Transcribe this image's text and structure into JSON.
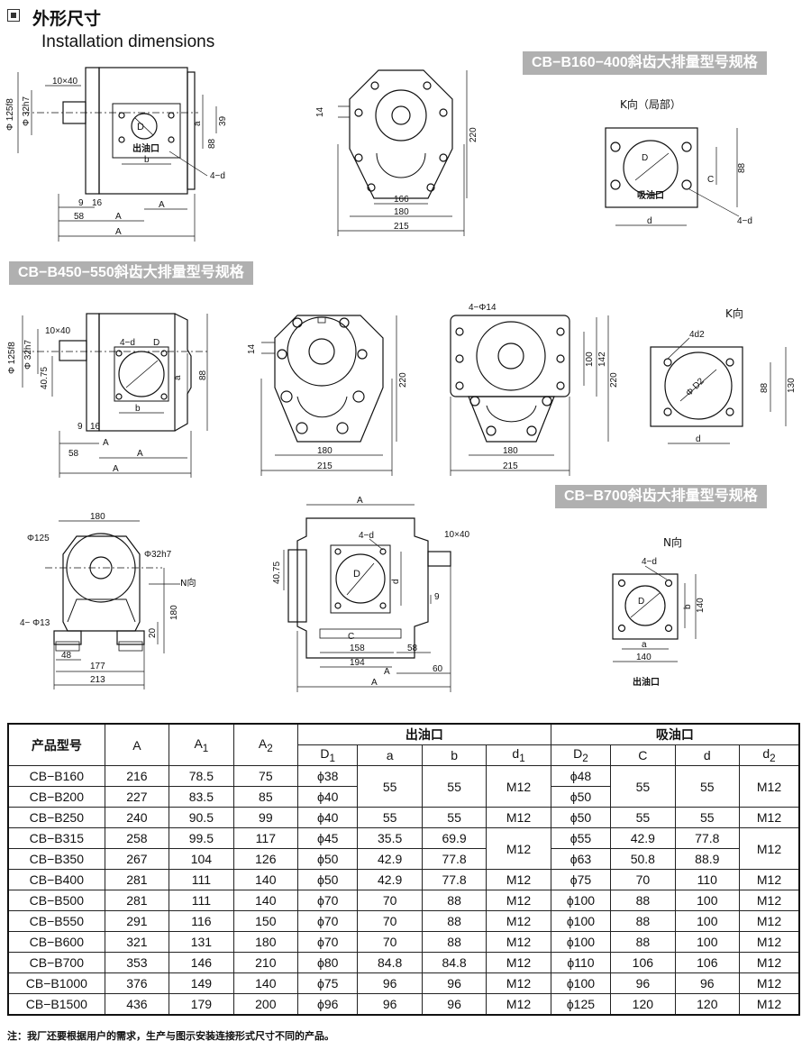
{
  "header": {
    "title_zh": "外形尺寸",
    "title_en": "Installation dimensions"
  },
  "banners": {
    "b160_400": "CB−B160−400斜齿大排量型号规格",
    "b450_550": "CB−B450−550斜齿大排量型号规格",
    "b700": "CB−B700斜齿大排量型号规格"
  },
  "drawings": {
    "d1_side": {
      "phi125f8": "Φ 125f8",
      "phi32h7": "Φ 32h7",
      "key": "10×40",
      "d": "D",
      "outlet": "出油口",
      "b": "b",
      "a": "a",
      "dim39": "39",
      "dim88": "88",
      "hole": "4−d",
      "dim9": "9",
      "dim16": "16",
      "dim58": "58",
      "A1": "A",
      "A2": "A",
      "A": "A"
    },
    "d1_front": {
      "dim14": "14",
      "dim220": "220",
      "dim166": "166",
      "dim180": "180",
      "dim215": "215"
    },
    "d1_k": {
      "title": "K向（局部）",
      "d2": "D",
      "inlet": "吸油口",
      "c": "C",
      "dim88": "88",
      "d": "d",
      "hole": "4−d"
    },
    "d2_side": {
      "phi125f8": "Φ 125f8",
      "phi32h7": "Φ 32h7",
      "key": "10×40",
      "hole": "4−d",
      "d1": "D",
      "dim4075": "40.75",
      "a": "a",
      "dim88": "88",
      "b": "b",
      "dim9": "9",
      "dim16": "16",
      "dim58": "58",
      "A1": "A",
      "A2": "A",
      "A": "A"
    },
    "d2_front": {
      "dim14": "14",
      "dim220": "220",
      "dim180": "180",
      "dim215": "215"
    },
    "d2_rear": {
      "hole": "4−Φ14",
      "dim100": "100",
      "dim142": "142",
      "dim220": "220",
      "dim180": "180",
      "dim215": "215"
    },
    "d2_k": {
      "title": "K向",
      "hole": "4d2",
      "d2": "Φ D2",
      "dim88": "88",
      "dim130": "130",
      "d": "d"
    },
    "d3_front": {
      "dim180": "180",
      "phi125": "Φ125",
      "phi32h7": "Φ32h7",
      "n": "N向",
      "dim180v": "180",
      "dim20": "20",
      "hole": "4− Φ13",
      "dim48": "48",
      "dim177": "177",
      "dim213": "213"
    },
    "d3_side": {
      "A2": "A",
      "hole": "4−d",
      "d2": "D",
      "d": "d",
      "key": "10×40",
      "dim4075": "40.75",
      "dim9": "9",
      "c": "C",
      "dim158": "158",
      "dim58": "58",
      "dim194": "194",
      "A1": "A",
      "dim60": "60",
      "A": "A"
    },
    "d3_n": {
      "title": "N向",
      "hole": "4−d",
      "d1": "D",
      "b": "b",
      "dim140v": "140",
      "a": "a",
      "dim140": "140",
      "outlet": "出油口"
    }
  },
  "table": {
    "headers": {
      "model": "产品型号",
      "A": "A",
      "A1": "A",
      "A2": "A",
      "outlet": "出油口",
      "inlet": "吸油口",
      "D1": "D",
      "a": "a",
      "b": "b",
      "d1": "d",
      "D2": "D",
      "C": "C",
      "d": "d",
      "d2": "d"
    },
    "rows": [
      {
        "model": "CB−B160",
        "A": "216",
        "A1": "78.5",
        "A2": "75",
        "D1": "ϕ38",
        "a": "55",
        "b": "55",
        "d1": "M12",
        "D2": "ϕ48",
        "C": "55",
        "d": "55",
        "d2": "M12"
      },
      {
        "model": "CB−B200",
        "A": "227",
        "A1": "83.5",
        "A2": "85",
        "D1": "ϕ40",
        "D2": "ϕ50"
      },
      {
        "model": "CB−B250",
        "A": "240",
        "A1": "90.5",
        "A2": "99",
        "D1": "ϕ40",
        "a": "55",
        "b": "55",
        "d1": "M12",
        "D2": "ϕ50",
        "C": "55",
        "d": "55",
        "d2": "M12"
      },
      {
        "model": "CB−B315",
        "A": "258",
        "A1": "99.5",
        "A2": "117",
        "D1": "ϕ45",
        "a": "35.5",
        "b": "69.9",
        "d1": "M12",
        "D2": "ϕ55",
        "C": "42.9",
        "d": "77.8",
        "d2": "M12"
      },
      {
        "model": "CB−B350",
        "A": "267",
        "A1": "104",
        "A2": "126",
        "D1": "ϕ50",
        "a": "42.9",
        "b": "77.8",
        "D2": "ϕ63",
        "C": "50.8",
        "d": "88.9"
      },
      {
        "model": "CB−B400",
        "A": "281",
        "A1": "111",
        "A2": "140",
        "D1": "ϕ50",
        "a": "42.9",
        "b": "77.8",
        "d1": "M12",
        "D2": "ϕ75",
        "C": "70",
        "d": "110",
        "d2": "M12"
      },
      {
        "model": "CB−B500",
        "A": "281",
        "A1": "111",
        "A2": "140",
        "D1": "ϕ70",
        "a": "70",
        "b": "88",
        "d1": "M12",
        "D2": "ϕ100",
        "C": "88",
        "d": "100",
        "d2": "M12"
      },
      {
        "model": "CB−B550",
        "A": "291",
        "A1": "116",
        "A2": "150",
        "D1": "ϕ70",
        "a": "70",
        "b": "88",
        "d1": "M12",
        "D2": "ϕ100",
        "C": "88",
        "d": "100",
        "d2": "M12"
      },
      {
        "model": "CB−B600",
        "A": "321",
        "A1": "131",
        "A2": "180",
        "D1": "ϕ70",
        "a": "70",
        "b": "88",
        "d1": "M12",
        "D2": "ϕ100",
        "C": "88",
        "d": "100",
        "d2": "M12"
      },
      {
        "model": "CB−B700",
        "A": "353",
        "A1": "146",
        "A2": "210",
        "D1": "ϕ80",
        "a": "84.8",
        "b": "84.8",
        "d1": "M12",
        "D2": "ϕ110",
        "C": "106",
        "d": "106",
        "d2": "M12"
      },
      {
        "model": "CB−B1000",
        "A": "376",
        "A1": "149",
        "A2": "140",
        "D1": "ϕ75",
        "a": "96",
        "b": "96",
        "d1": "M12",
        "D2": "ϕ100",
        "C": "96",
        "d": "96",
        "d2": "M12"
      },
      {
        "model": "CB−B1500",
        "A": "436",
        "A1": "179",
        "A2": "200",
        "D1": "ϕ96",
        "a": "96",
        "b": "96",
        "d1": "M12",
        "D2": "ϕ125",
        "C": "120",
        "d": "120",
        "d2": "M12"
      }
    ]
  },
  "note": "注：我厂还要根据用户的需求，生产与图示安装连接形式尺寸不同的产品。"
}
